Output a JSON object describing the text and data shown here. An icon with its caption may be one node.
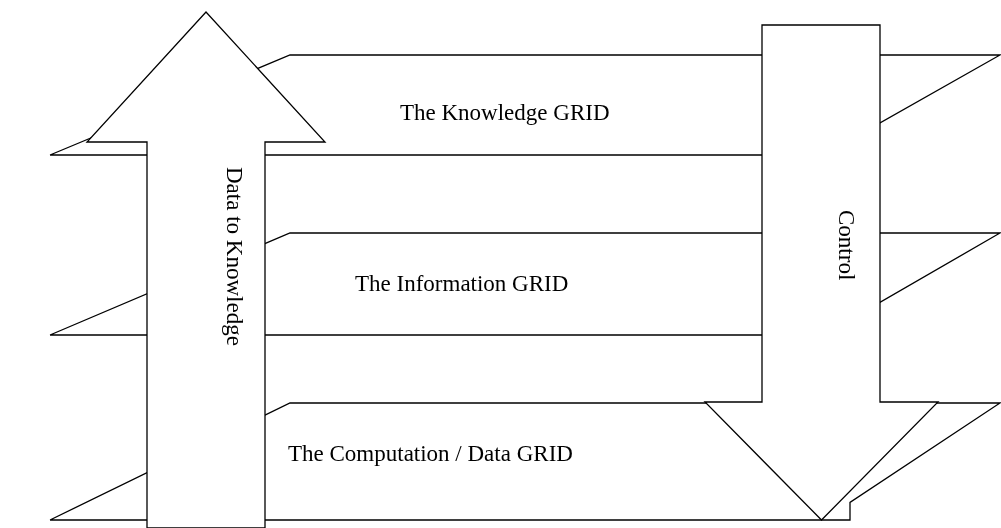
{
  "diagram": {
    "nodes": [
      {
        "text": [
          "The Knowledge GRID"
        ]
      },
      {
        "text": [
          "The Information GRID"
        ]
      },
      {
        "text": [
          "The Computation / Data GRID"
        ]
      }
    ],
    "edges": [
      {
        "from": 2,
        "to": 0,
        "arrow": "to",
        "label": "Data to Knowledge"
      },
      {
        "from": 0,
        "to": 2,
        "arrow": "to",
        "label": "Control"
      }
    ]
  }
}
